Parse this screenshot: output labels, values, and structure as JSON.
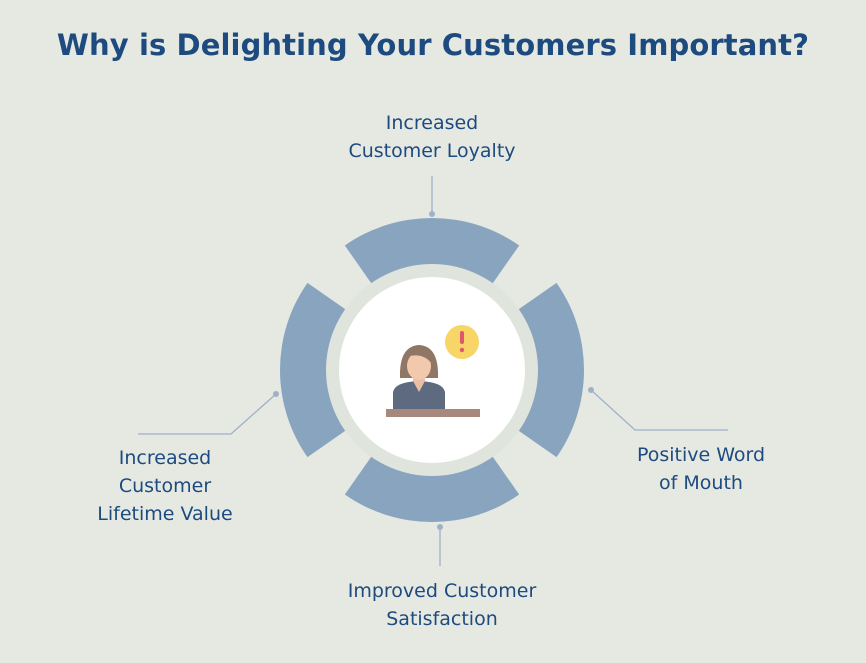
{
  "title": "Why is Delighting Your Customers Important?",
  "benefits": [
    {
      "id": "top",
      "text": "Increased\nCustomer Loyalty"
    },
    {
      "id": "right",
      "text": "Positive Word\nof Mouth"
    },
    {
      "id": "bottom",
      "text": "Improved Customer\nSatisfaction"
    },
    {
      "id": "left",
      "text": "Increased\nCustomer\nLifetime Value"
    }
  ],
  "center_icon": "customer-support-person-with-alert-icon",
  "colors": {
    "title": "#1d4a7f",
    "segment": "#88a4bf",
    "ring": "#dfe4dd",
    "center": "#ffffff",
    "connector": "#9fb1c8",
    "alert": "#f7d566",
    "alert_mark": "#e0566a",
    "desk": "#a6887d"
  }
}
